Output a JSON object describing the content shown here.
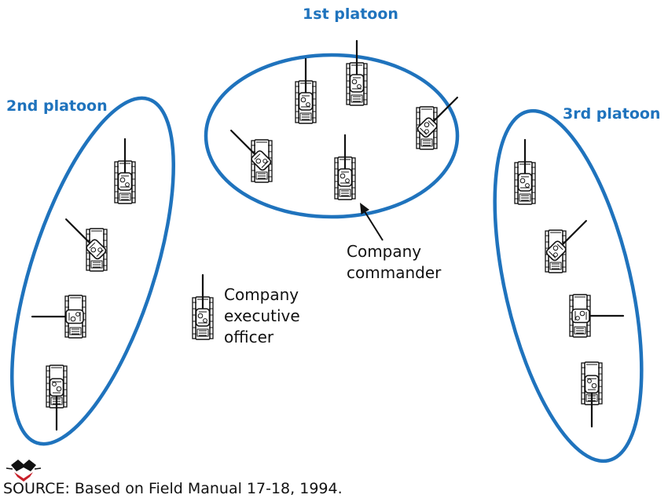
{
  "colors": {
    "platoon_outline": "#1f73bd",
    "platoon_label": "#1f73bd",
    "ink": "#111111"
  },
  "platoons": [
    {
      "label": "1st platoon"
    },
    {
      "label": "2nd platoon"
    },
    {
      "label": "3rd platoon"
    }
  ],
  "callouts": {
    "commander": [
      "Company",
      "commander"
    ],
    "executive_officer": [
      "Company",
      "executive",
      "officer"
    ]
  },
  "source": "SOURCE: Based on Field Manual 17-18, 1994.",
  "icons": {
    "tank": "tank-icon",
    "logo": "watermark-logo"
  }
}
